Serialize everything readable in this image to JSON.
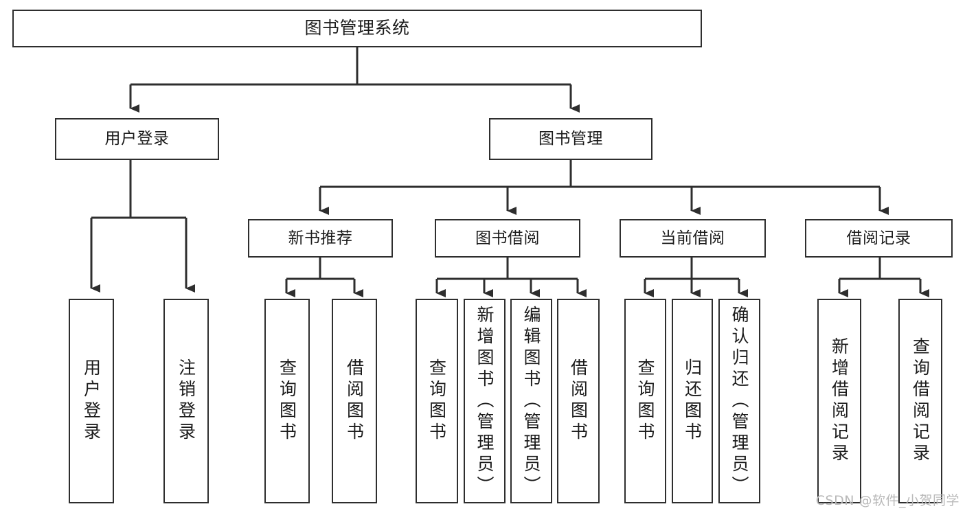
{
  "diagram": {
    "title": "图书管理系统",
    "type": "tree-hierarchy-functional-structure",
    "colors": {
      "background": "#ffffff",
      "stroke": "#2e2e2e",
      "text": "#1b1b1b",
      "watermark": "#b9b9b9"
    },
    "root": {
      "label": "图书管理系统"
    },
    "level2": [
      {
        "label": "用户登录"
      },
      {
        "label": "图书管理"
      }
    ],
    "level3": [
      {
        "label": "新书推荐"
      },
      {
        "label": "图书借阅"
      },
      {
        "label": "当前借阅"
      },
      {
        "label": "借阅记录"
      }
    ],
    "leaves": {
      "user_login": [
        {
          "label": "用户登录"
        },
        {
          "label": "注销登录"
        }
      ],
      "new_book_recommend": [
        {
          "label": "查询图书"
        },
        {
          "label": "借阅图书"
        }
      ],
      "book_borrow": [
        {
          "label": "查询图书"
        },
        {
          "label": "新增图书（管理员）"
        },
        {
          "label": "编辑图书（管理员）"
        },
        {
          "label": "借阅图书"
        }
      ],
      "current_borrow": [
        {
          "label": "查询图书"
        },
        {
          "label": "归还图书"
        },
        {
          "label": "确认归还（管理员）"
        }
      ],
      "borrow_record": [
        {
          "label": "新增借阅记录"
        },
        {
          "label": "查询借阅记录"
        }
      ]
    }
  },
  "watermark": {
    "text": "CSDN @软件_小贺同学"
  }
}
